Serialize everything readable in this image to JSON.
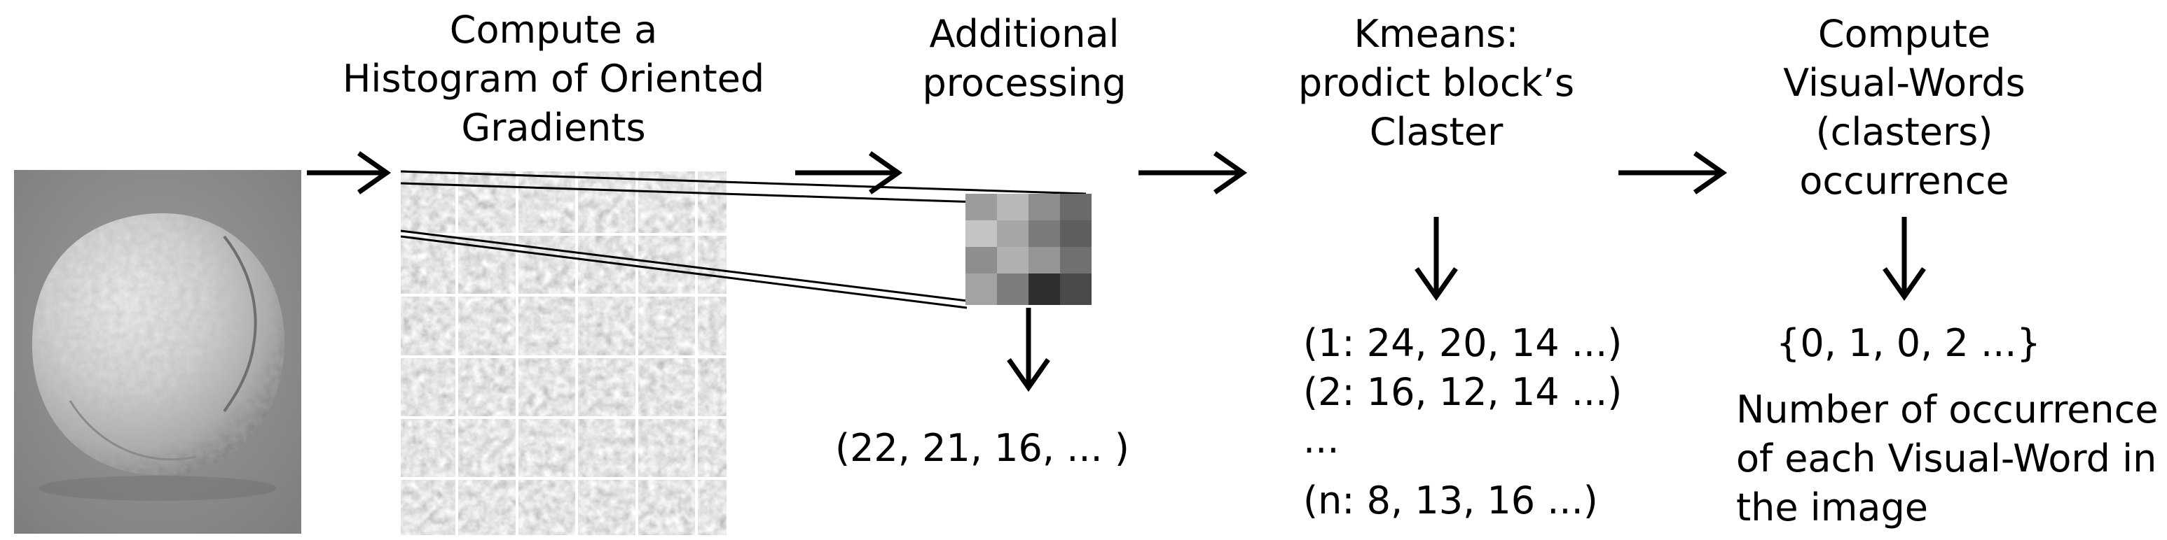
{
  "steps": {
    "hog": {
      "title_line1": "Compute a",
      "title_line2": "Histogram of Oriented",
      "title_line3": "Gradients"
    },
    "processing": {
      "title_line1": "Additional",
      "title_line2": "processing",
      "vector": "(22, 21, 16, ... )"
    },
    "kmeans": {
      "title_line1": "Kmeans:",
      "title_line2": "prodict block’s",
      "title_line3": "Claster",
      "row1": "(1: 24, 20, 14 ...)",
      "row2": "(2: 16, 12, 14 ...)",
      "row3": "...",
      "row4": "(n: 8, 13, 16 ...)"
    },
    "visual_words": {
      "title_line1": "Compute",
      "title_line2": "Visual-Words",
      "title_line3": "(clasters)",
      "title_line4": "occurrence",
      "vector": "{0, 1, 0, 2 ...}",
      "caption_line1": "Number of occurrence",
      "caption_line2": "of each Visual-Word in",
      "caption_line3": "the image"
    }
  },
  "icons": [
    "sample-photo",
    "hog-grid-image",
    "block-patch",
    "right-arrow",
    "down-arrow"
  ]
}
